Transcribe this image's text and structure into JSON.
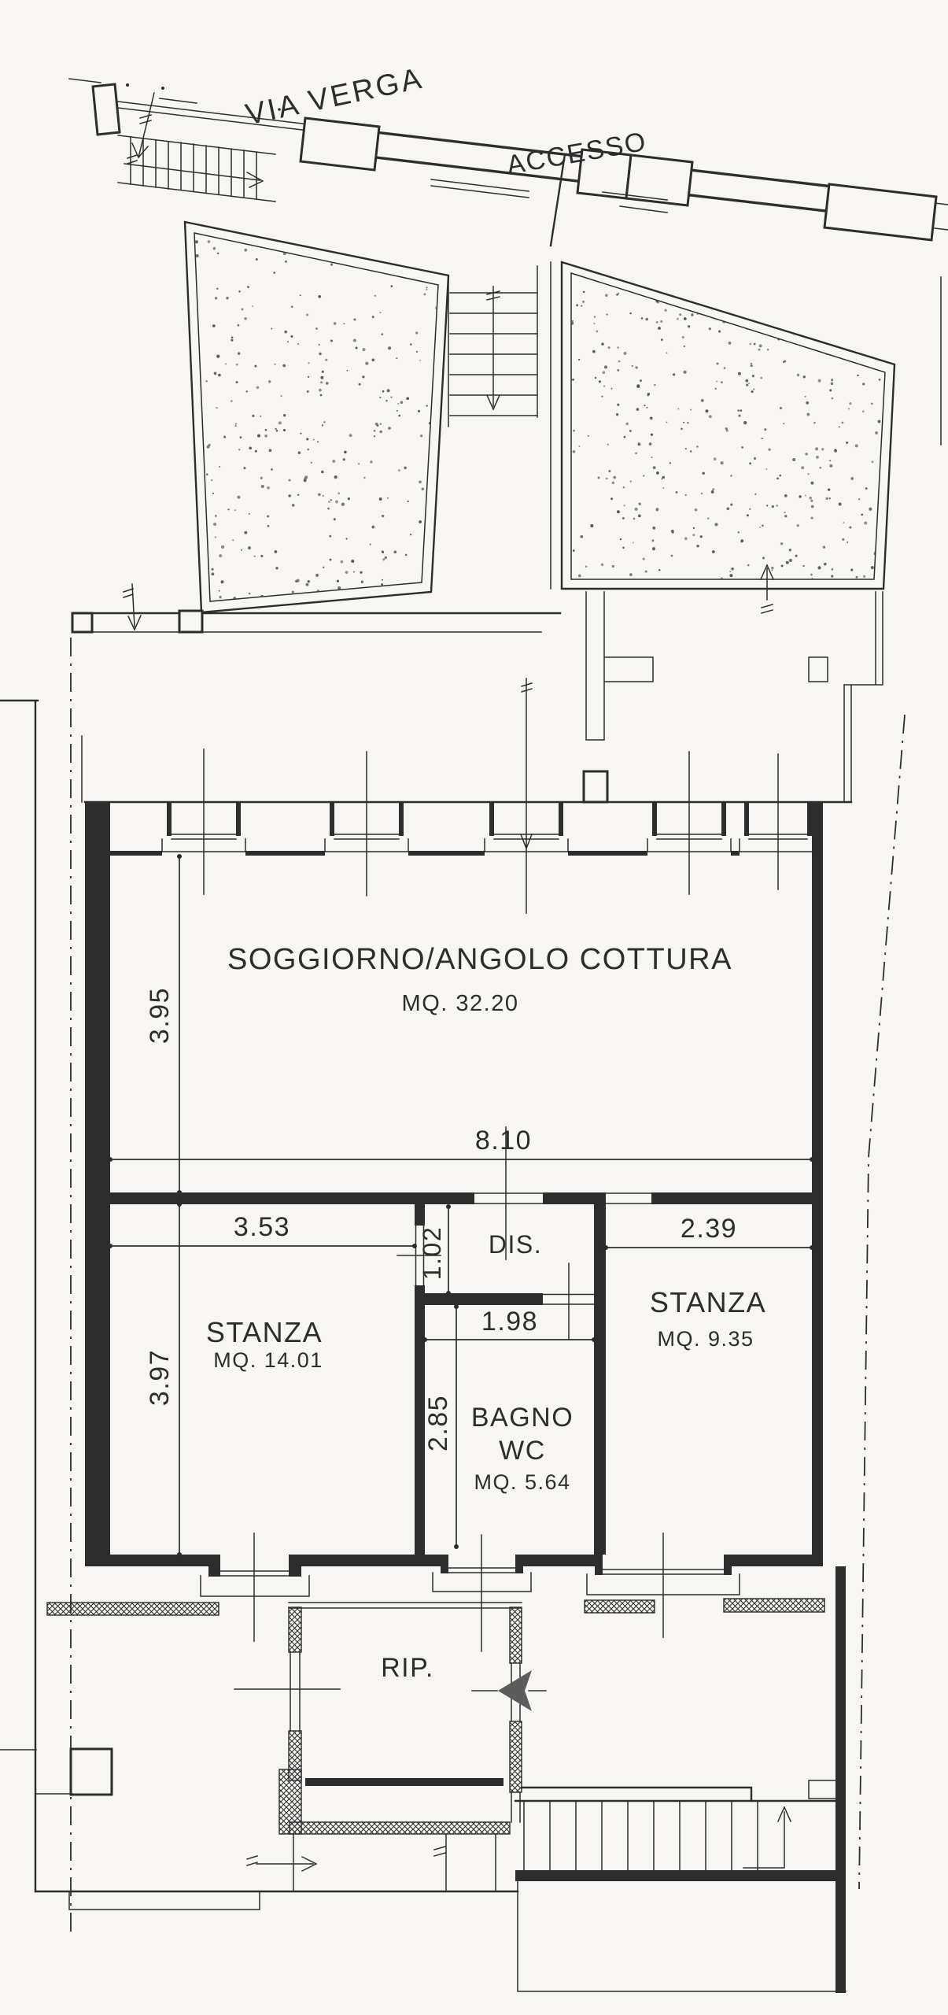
{
  "labels": {
    "street": "VIA VERGA",
    "access": "ACCESSO"
  },
  "rooms": {
    "soggiorno": {
      "name": "SOGGIORNO/ANGOLO COTTURA",
      "area": "MQ. 32.20"
    },
    "stanza_left": {
      "name": "STANZA",
      "area": "MQ. 14.01"
    },
    "stanza_right": {
      "name": "STANZA",
      "area": "MQ. 9.35"
    },
    "bagno": {
      "line1": "BAGNO",
      "line2": "WC",
      "area": "MQ. 5.64"
    },
    "dis": {
      "name": "DIS."
    },
    "rip": {
      "name": "RIP."
    }
  },
  "dimensions": {
    "soggiorno_w": "8.10",
    "soggiorno_h": "3.95",
    "stanza_left_w": "3.53",
    "stanza_left_h": "3.97",
    "dis_h": "1.02",
    "bagno_w": "1.98",
    "bagno_h": "2.85",
    "stanza_right_w": "2.39"
  },
  "colors": {
    "ink": "#2d2d2d",
    "paper": "#f7f6f3",
    "arrow": "#5c5c5c"
  }
}
